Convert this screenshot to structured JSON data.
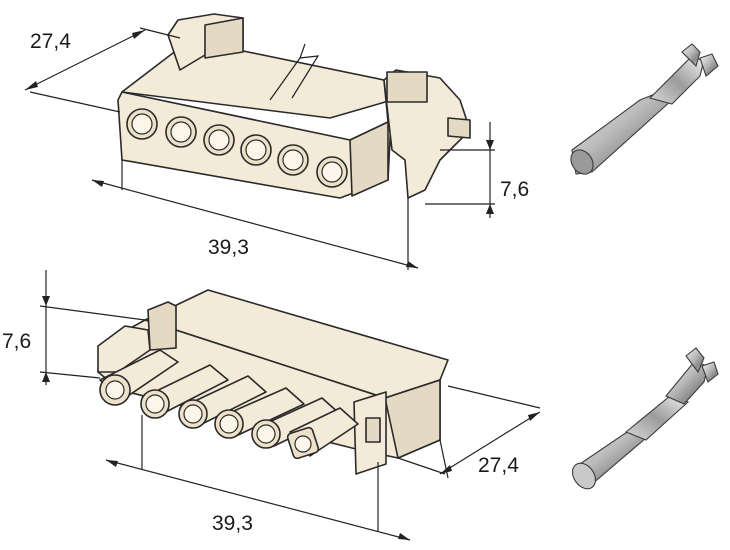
{
  "dimensions": {
    "top": {
      "width": "27,4",
      "length": "39,3",
      "height": "7,6"
    },
    "bottom": {
      "width": "27,4",
      "length": "39,3",
      "height": "7,6"
    }
  },
  "colors": {
    "housing": "#f3ead8",
    "housing_shade": "#e4d9c2",
    "outline": "#2a2a2a",
    "metal_light": "#e8e8e8",
    "metal_dark": "#7a7a7a"
  },
  "parts": {
    "top_connector": "female-housing-6-pin",
    "bottom_connector": "male-housing-6-pin",
    "top_contact": "female-crimp-terminal",
    "bottom_contact": "male-crimp-terminal"
  }
}
